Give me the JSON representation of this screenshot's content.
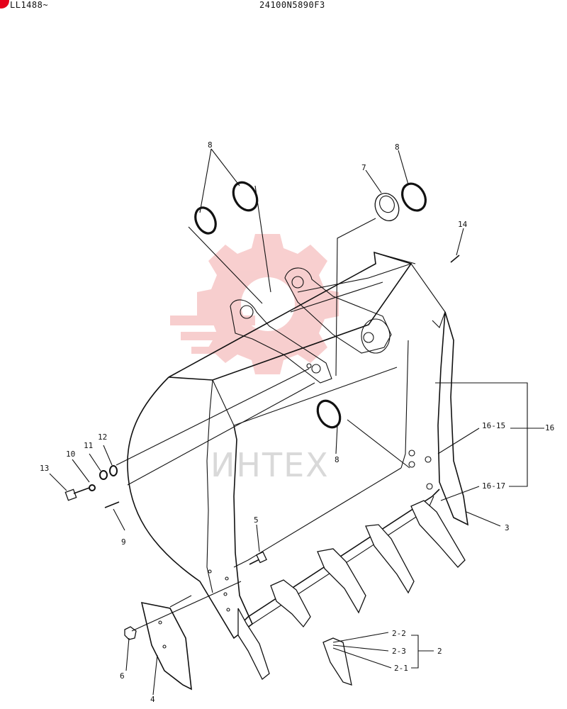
{
  "header": {
    "code_left": "LL1488~",
    "code_center": "24100N5890F3"
  },
  "watermark": {
    "text": "ИНТЕХ",
    "color": "#f2a7a7"
  },
  "callouts": [
    {
      "id": "c8a",
      "text": "8"
    },
    {
      "id": "c8b",
      "text": "8"
    },
    {
      "id": "c8c",
      "text": "8"
    },
    {
      "id": "c7",
      "text": "7"
    },
    {
      "id": "c14",
      "text": "14"
    },
    {
      "id": "c12",
      "text": "12"
    },
    {
      "id": "c11",
      "text": "11"
    },
    {
      "id": "c10",
      "text": "10"
    },
    {
      "id": "c13",
      "text": "13"
    },
    {
      "id": "c9",
      "text": "9"
    },
    {
      "id": "c5",
      "text": "5"
    },
    {
      "id": "c16-15",
      "text": "16-15"
    },
    {
      "id": "c16",
      "text": "16"
    },
    {
      "id": "c16-17",
      "text": "16-17"
    },
    {
      "id": "c3",
      "text": "3"
    },
    {
      "id": "c2-2",
      "text": "2-2"
    },
    {
      "id": "c2-3",
      "text": "2-3"
    },
    {
      "id": "c2",
      "text": "2"
    },
    {
      "id": "c2-1",
      "text": "2-1"
    },
    {
      "id": "c6",
      "text": "6"
    },
    {
      "id": "c4",
      "text": "4"
    }
  ]
}
